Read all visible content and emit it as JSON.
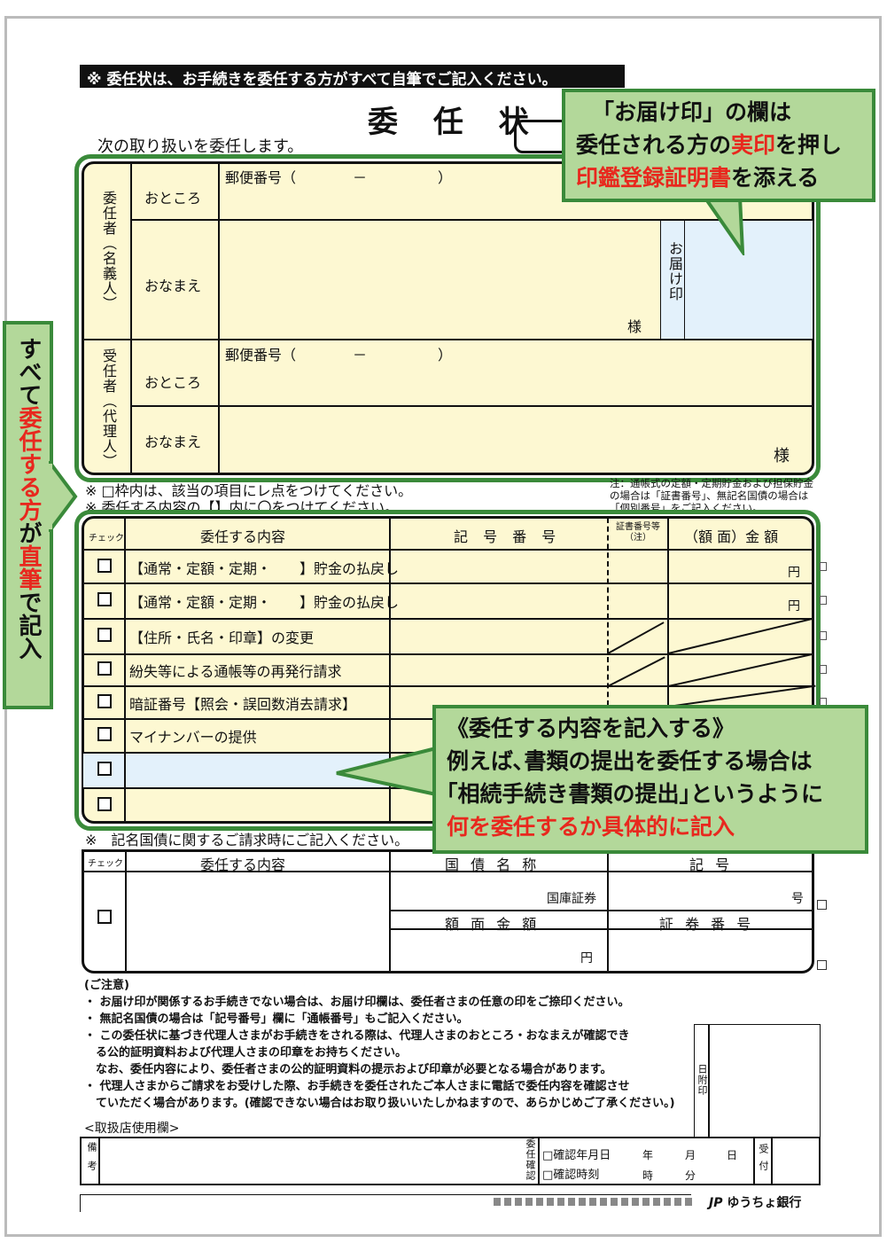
{
  "banner": "※ 委任状は、お手続きを委任する方がすべて自筆でご記入ください。",
  "title": "委 任 状",
  "intro": "次の取り扱いを委任します。",
  "principal": {
    "label": "委任者（名義人）",
    "address_label": "おところ",
    "postal": "郵便番号（　　　　－　　　　　）",
    "name_label": "おなまえ",
    "sama": "様",
    "seal_label": "お届け印"
  },
  "agent": {
    "label": "受任者（代理人）",
    "address_label": "おところ",
    "postal": "郵便番号（　　　　－　　　　　）",
    "name_label": "おなまえ",
    "sama": "様"
  },
  "notes": [
    "※ □枠内は、該当の項目にレ点をつけてください。",
    "※ 委任する内容の【】内に〇をつけてください。"
  ],
  "side_note": [
    "注：通帳式の定額・定期貯金および担保貯金",
    "の場合は「証書番号」、無記名国債の場合は",
    "「個別番号」をご記入ください。"
  ],
  "table": {
    "headers": [
      "チェック",
      "委任する内容",
      "記 号 番 号",
      "証書番号等（注）",
      "（額 面）金 額"
    ],
    "rows": [
      {
        "content": "【通常・定額・定期・　　】貯金の払戻し",
        "amount": "円"
      },
      {
        "content": "【通常・定額・定期・　　】貯金の払戻し",
        "amount": "円"
      },
      {
        "content": "【住所・氏名・印章】の変更"
      },
      {
        "content": "紛失等による通帳等の再発行請求"
      },
      {
        "content": "暗証番号【照会・誤回数消去請求】"
      },
      {
        "content": "マイナンバーの提供"
      },
      {
        "content": ""
      },
      {
        "content": ""
      }
    ]
  },
  "bond_note": "※　記名国債に関するご請求時にご記入ください。",
  "bond_table": {
    "check": "チェック",
    "content": "委任する内容",
    "bond_name": "国 債 名 称",
    "symbol": "記 号",
    "treasury": "国庫証券",
    "go": "号",
    "face_amount": "額 面 金 額",
    "en": "円",
    "cert_number": "証 券 番 号"
  },
  "caution": {
    "title": "(ご注意)",
    "items": [
      "・ お届け印が関係するお手続きでない場合は、お届け印欄は、委任者さまの任意の印をご捺印ください。",
      "・ 無記名国債の場合は「記号番号」欄に「通帳番号」もご記入ください。",
      "・ この委任状に基づき代理人さまがお手続きをされる際は、代理人さまのおところ・おなまえが確認でき",
      "　る公的証明資料および代理人さまの印章をお持ちください。",
      "　なお、委任内容により、委任者さまの公的証明資料の提示および印章が必要となる場合があります。",
      "・ 代理人さまからご請求をお受けした際、お手続きを委任されたご本人さまに電話で委任内容を確認させ",
      "　ていただく場合があります。(確認できない場合はお取り扱いいたしかねますので、あらかじめご了承ください。)"
    ]
  },
  "date_stamp": "日附印",
  "branch": {
    "title": "<取扱店使用欄>",
    "remarks": "備考",
    "confirm": "委任確認",
    "date_check": "□確認年月日",
    "year": "年",
    "month": "月",
    "day": "日",
    "time_check": "□確認時刻",
    "hour": "時",
    "minute": "分",
    "received": "受付"
  },
  "logo": "ゆうちょ銀行",
  "callout_top": {
    "l1": "「お届け印」の欄は",
    "l2a": "委任される方の",
    "l2b": "実印",
    "l2c": "を押し",
    "l3a": "印鑑登録証明書",
    "l3b": "を添える"
  },
  "callout_bottom": {
    "l1": "《委任する内容を記入する》",
    "l2": "例えば､書類の提出を委任する場合は",
    "l3": "｢相続手続き書類の提出｣というように",
    "l4": "何を委任するか具体的に記入"
  },
  "side_banner": {
    "a": "すべて",
    "b": "委任する方",
    "c": "が",
    "d": "直筆",
    "e": "で記入"
  },
  "colors": {
    "green": "#3a8a3a",
    "callout": "#b3d89a",
    "red": "#e8281e",
    "form": "#fdf8d2",
    "seal": "#e3f1fb"
  }
}
